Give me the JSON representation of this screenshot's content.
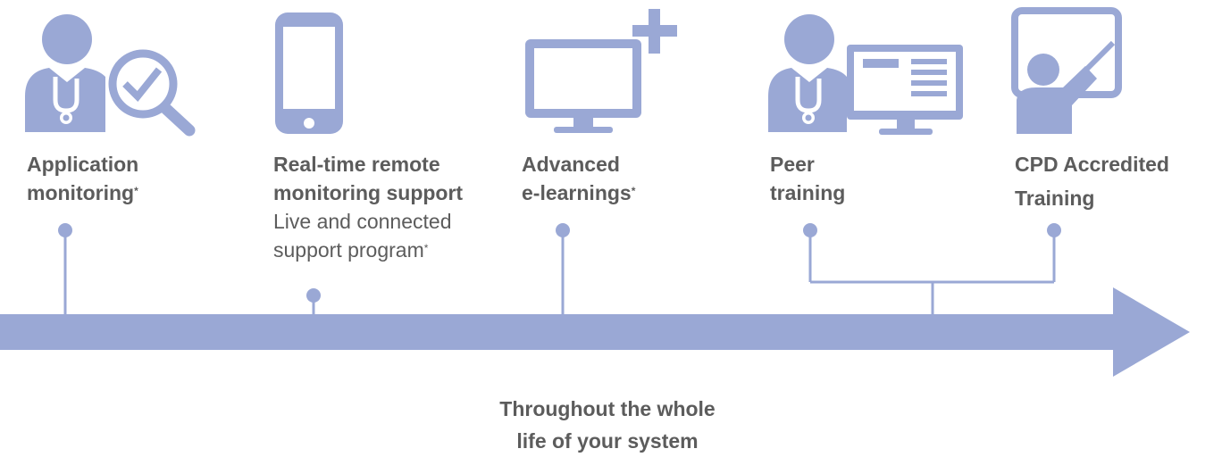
{
  "colors": {
    "accent": "#9aa8d5",
    "text": "#5c5c5c"
  },
  "steps": [
    {
      "id": "application-monitoring",
      "icon": "doctor-magnifier-check-icon",
      "title_lines": [
        "Application",
        "monitoring"
      ],
      "title_footnote": "*"
    },
    {
      "id": "remote-monitoring",
      "icon": "smartphone-icon",
      "title_lines": [
        "Real-time remote",
        "monitoring support"
      ],
      "sub_lines": [
        "Live and connected",
        "support program"
      ],
      "sub_footnote": "*"
    },
    {
      "id": "advanced-elearnings",
      "icon": "monitor-plus-icon",
      "title_lines": [
        "Advanced",
        "e-learnings"
      ],
      "title_footnote": "*"
    },
    {
      "id": "peer-training",
      "icon": "doctor-computer-icon",
      "title_lines": [
        "Peer",
        "training"
      ]
    },
    {
      "id": "cpd-training",
      "icon": "presenter-board-icon",
      "title_lines": [
        "CPD Accredited",
        "Training"
      ]
    }
  ],
  "caption": [
    "Throughout the whole",
    "life of your system"
  ]
}
